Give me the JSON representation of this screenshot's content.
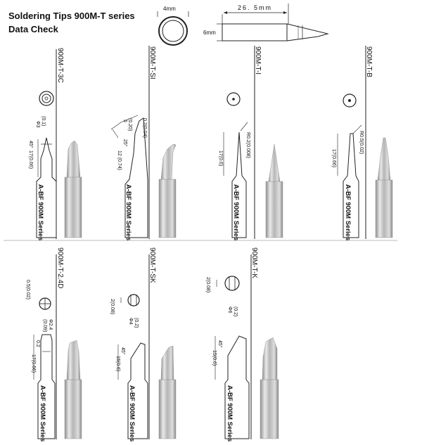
{
  "header": {
    "title": "Soldering Tips 900M-T series",
    "subtitle": "Data Check"
  },
  "top_dims": {
    "circle_dim": "4mm",
    "length_dim": "26. 5mm",
    "height_dim": "6mm"
  },
  "tips": [
    {
      "model": "900M-T-3C",
      "dims": [
        "(0.1)",
        "Φ3",
        "45°",
        "17(0.66)"
      ],
      "body": "A-BF 900M Series"
    },
    {
      "model": "900M-T-SI",
      "dims": [
        "0.2(0.04)",
        "(0.20)",
        "5",
        "25°",
        "12 (0.74)"
      ],
      "body": "A-BF 900M Series"
    },
    {
      "model": "900M-T-I",
      "dims": [
        "R0.2(0.008)",
        "17(0.6)"
      ],
      "body": "A-BF 900M Series"
    },
    {
      "model": "900M-T-B",
      "dims": [
        "R0.5(0.02)",
        "17(0.66)"
      ],
      "body": "A-BF 900M Series"
    },
    {
      "model": "900M-T-2.4D",
      "dims": [
        "0.5(0.02)",
        "(0.09)",
        "Φ2.4",
        "0.2",
        "17(0.66)"
      ],
      "body": "A-BF 900M Series"
    },
    {
      "model": "900M-T-SK",
      "dims": [
        "2(0.08)",
        "(0.2)",
        "Φ4",
        "45°",
        "15(0.6)"
      ],
      "body": "A-BF 900M Series"
    },
    {
      "model": "900M-T-K",
      "dims": [
        "2(0.08)",
        "(0.2)",
        "Φ6",
        "45°",
        "15(0.6)"
      ],
      "body": "A-BF 900M Series"
    }
  ]
}
